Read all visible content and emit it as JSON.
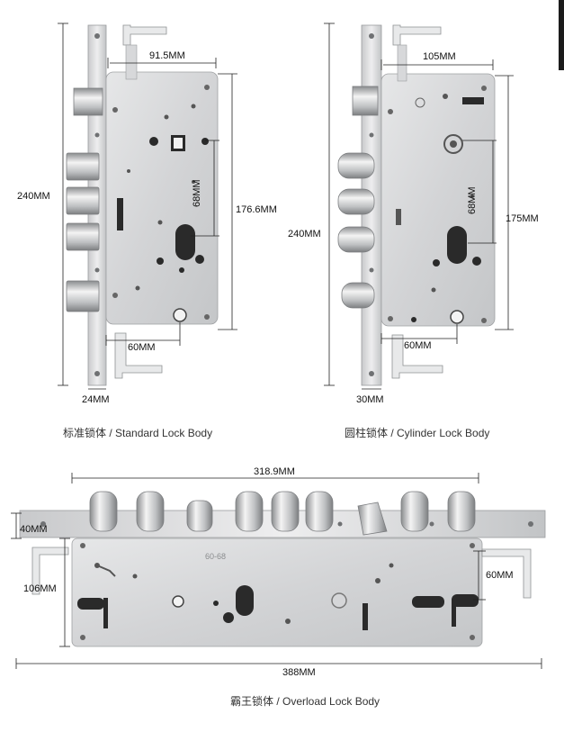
{
  "standard": {
    "caption": "标准锁体 / Standard Lock Body",
    "dims": {
      "width_top": "91.5MM",
      "height": "240MM",
      "center": "68MM",
      "right": "176.6MM",
      "bottom": "60MM",
      "faceplate": "24MM"
    }
  },
  "cylinder": {
    "caption": "圆柱锁体 / Cylinder Lock Body",
    "dims": {
      "width_top": "105MM",
      "height": "240MM",
      "center": "68MM",
      "right": "175MM",
      "bottom": "60MM",
      "faceplate": "30MM"
    }
  },
  "overload": {
    "caption": "霸王锁体 / Overload Lock Body",
    "dims": {
      "width_top": "318.9MM",
      "left_top": "40MM",
      "left_height": "106MM",
      "right": "60MM",
      "total": "388MM"
    },
    "plate_marking": "60-68"
  },
  "colors": {
    "steel": "#d9dadb",
    "steel_dark": "#b9bbbd",
    "line": "#222222"
  }
}
